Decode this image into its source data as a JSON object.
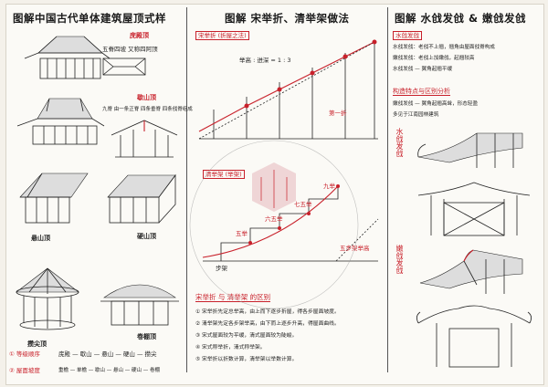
{
  "panels": {
    "left": {
      "title": "图解中国古代单体建筑屋顶式样",
      "labels": {
        "wudian": "庑殿顶",
        "xieshan": "歇山顶",
        "xuanshan": "悬山顶",
        "yingshan": "硬山顶",
        "cuanjian": "攒尖顶",
        "juanpeng": "卷棚顶"
      },
      "notes": {
        "wudian_note": "五脊四坡 又称四阿顶",
        "xieshan_note": "九脊 由一条正脊 四条垂脊 四条戗脊组成",
        "hierarchy_1": "① 等级顺序",
        "hierarchy_1_text": "庑殿 — 歇山 — 悬山 — 硬山 — 攒尖",
        "hierarchy_2": "② 屋面坡度",
        "hierarchy_2_text": "重檐 — 单檐 — 歇山 — 悬山 — 硬山 — 卷棚"
      }
    },
    "middle": {
      "title": "图解 宋举折、清举架做法",
      "sections": {
        "song": "宋举折 (折屋之法)",
        "qing": "清举架 (举架)",
        "compare": "宋举折 与 清举架 的区别"
      },
      "annotations": {
        "a1": "五举",
        "a2": "六五举",
        "a3": "七五举",
        "a4": "九举",
        "ratio": "举高 : 进深 = 1 : 3",
        "step": "步架",
        "zhe": "第一折",
        "jia": "五步架举高"
      },
      "compare_items": [
        "① 宋举折先定总举高，由上而下逐步折屋，得各步屋面坡度。",
        "② 清举架先定各步架举高，由下而上逐步升高，得屋面曲线。",
        "③ 宋式屋面较为平缓，清式屋面较为陡峻。",
        "④ 宋式称举折，清式称举架。",
        "⑤ 宋举折以折数计算，清举架以举数计算。"
      ]
    },
    "right": {
      "title": "图解 水戗发戗 & 嫩戗发戗",
      "sections": {
        "shuiqiang": "水戗发戗",
        "nenqiang": "嫩戗发戗",
        "features": "构造特点与区别分析"
      },
      "notes": [
        "水戗发戗：老戗不上翘，翘角由屋面戗脊构成",
        "嫩戗发戗：老戗上加嫩戗，起翘较高",
        "水戗发戗 — 翼角起翘平缓",
        "嫩戗发戗 — 翼角起翘高耸，形态轻盈",
        "多见于江南园林建筑"
      ],
      "side_labels": {
        "s1": "水戗发戗",
        "s2": "嫩戗发戗"
      }
    }
  },
  "colors": {
    "accent": "#c8202a",
    "ink": "#222222",
    "paper": "#fbfaf6"
  }
}
